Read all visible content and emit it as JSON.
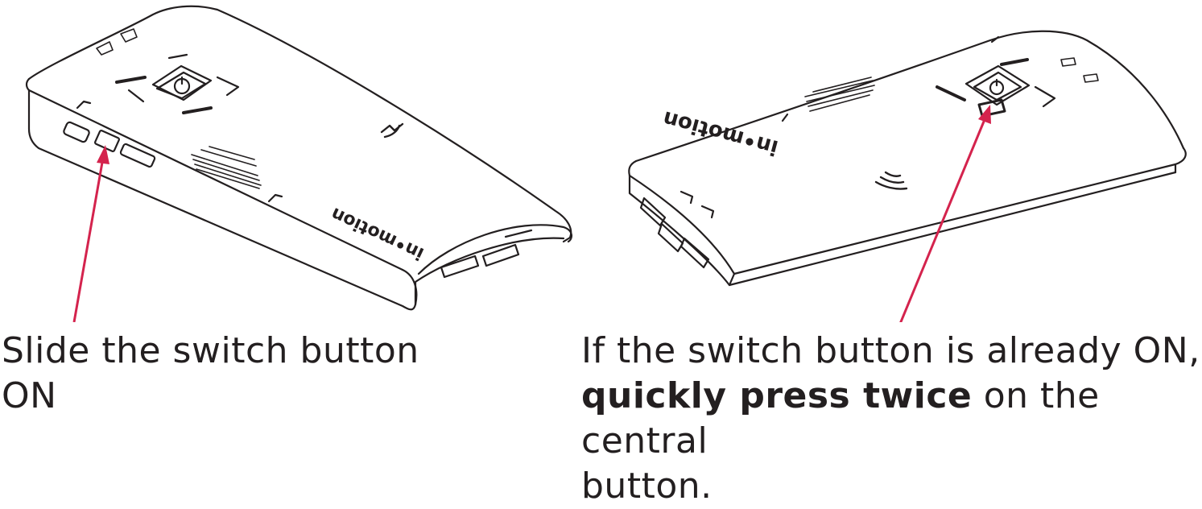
{
  "colors": {
    "arrow": "#d4234d",
    "line": "#231f20",
    "background": "#ffffff"
  },
  "left_panel": {
    "logo_text": "in•motion",
    "caption_line1": "Slide the switch button",
    "caption_line2": "ON"
  },
  "right_panel": {
    "logo_text": "in•motion",
    "caption_line1": "If the switch button is already ON,",
    "caption_bold": "quickly press twice",
    "caption_rest": " on the central",
    "caption_line3": "button."
  },
  "icons": [
    "power-icon",
    "wireless-icon",
    "arrow-pointer"
  ]
}
